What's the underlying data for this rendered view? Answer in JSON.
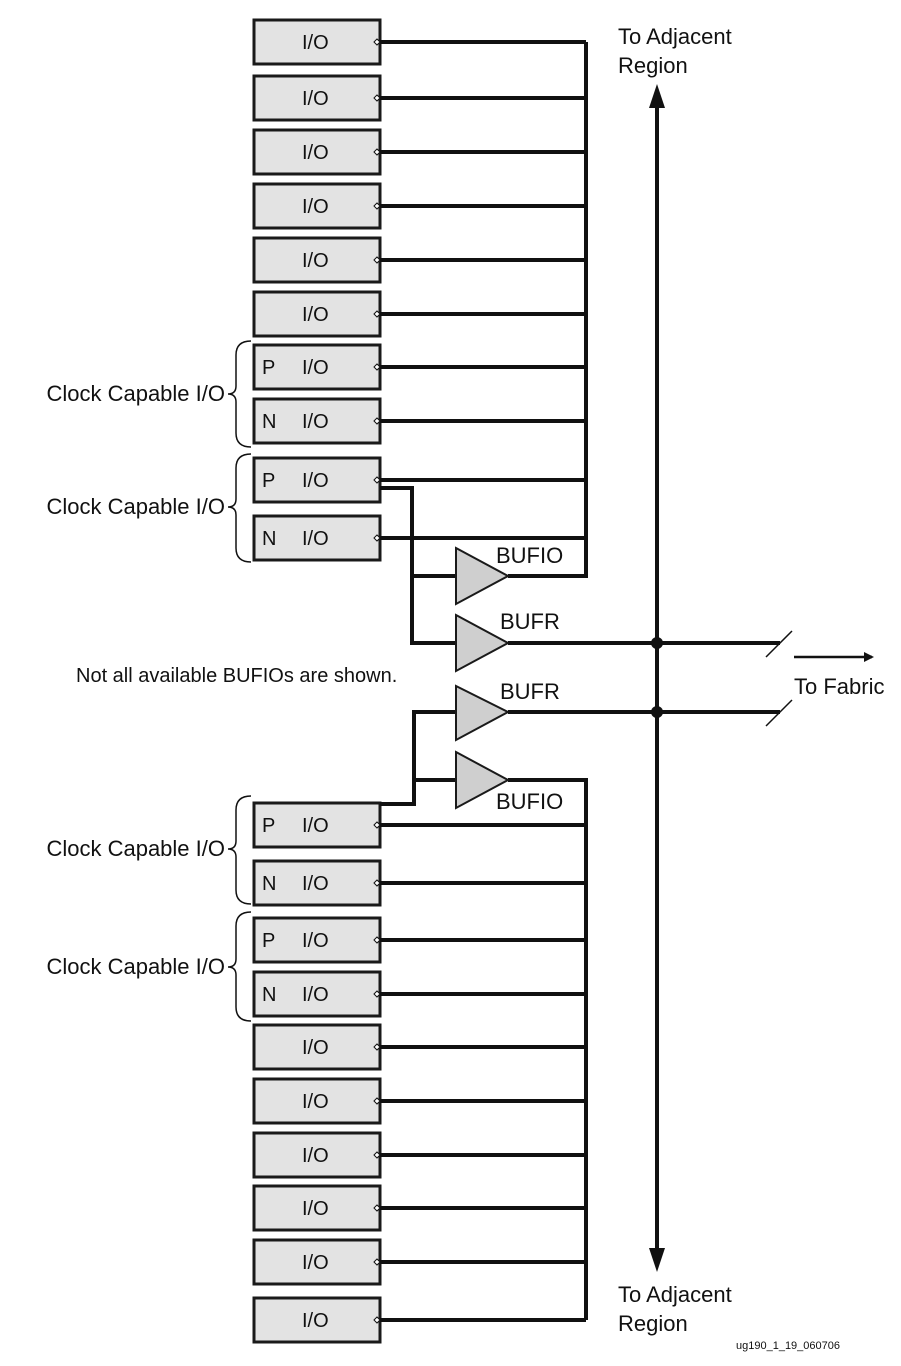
{
  "io_label": "I/O",
  "p_label": "P",
  "n_label": "N",
  "clock_capable_label": "Clock Capable I/O",
  "bufio_label": "BUFIO",
  "bufr_label": "BUFR",
  "top_destination": [
    "To Adjacent",
    "Region"
  ],
  "bottom_destination": [
    "To Adjacent",
    "Region"
  ],
  "fabric_label": "To Fabric",
  "note": "Not all available BUFIOs are shown.",
  "figure_ref": "ug190_1_19_060706",
  "top_io_pins": [
    {
      "polarity": ""
    },
    {
      "polarity": ""
    },
    {
      "polarity": ""
    },
    {
      "polarity": ""
    },
    {
      "polarity": ""
    },
    {
      "polarity": ""
    },
    {
      "polarity": "P"
    },
    {
      "polarity": "N"
    },
    {
      "polarity": "P"
    },
    {
      "polarity": "N"
    }
  ],
  "bottom_io_pins": [
    {
      "polarity": "P"
    },
    {
      "polarity": "N"
    },
    {
      "polarity": "P"
    },
    {
      "polarity": "N"
    },
    {
      "polarity": ""
    },
    {
      "polarity": ""
    },
    {
      "polarity": ""
    },
    {
      "polarity": ""
    },
    {
      "polarity": ""
    },
    {
      "polarity": ""
    }
  ]
}
